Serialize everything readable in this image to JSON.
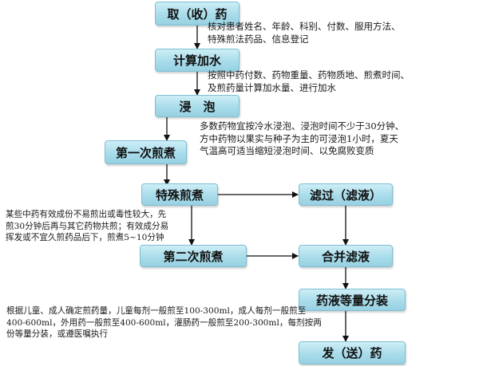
{
  "steps": {
    "receive": "取（收）药",
    "calc_water": "计算加水",
    "soak": "浸　泡",
    "first_decoct": "第一次煎煮",
    "special_decoct": "特殊煎煮",
    "filter": "滤过（滤液）",
    "second_decoct": "第二次煎煮",
    "merge": "合并滤液",
    "divide": "药液等量分装",
    "dispense": "发（送）药"
  },
  "notes": {
    "receive": [
      "核对患者姓名、年龄、科别、付数、服用方法、",
      "特殊煎法药品、信息登记"
    ],
    "calc_water": [
      "按照中药付数、药物重量、药物质地、煎煮时间、",
      "及煎药量计算加水量、进行加水"
    ],
    "soak": [
      "多数药物宜按冷水浸泡、浸泡时间不少于30分钟、",
      "方中药物以果实与种子为主的可浸泡1小时，夏天",
      "气温高可适当缩短浸泡时间、以免腐败变质"
    ],
    "special": [
      "某些中药有效成份不易煎出或毒性较大，先",
      "煎30分钟后再与其它药物共煎；有效成分易",
      "挥发或不宜久煎药品后下，煎煮5~10分钟"
    ],
    "divide": [
      "根据儿童、成人确定煎药量，儿童每剂一般煎至100-300ml，成人每剂一般煎至",
      "400-600ml，外用药一般煎至400-600ml，灌肠药一般煎至200-300ml，每剂按两",
      "份等量分装，或遵医嘱执行"
    ]
  }
}
